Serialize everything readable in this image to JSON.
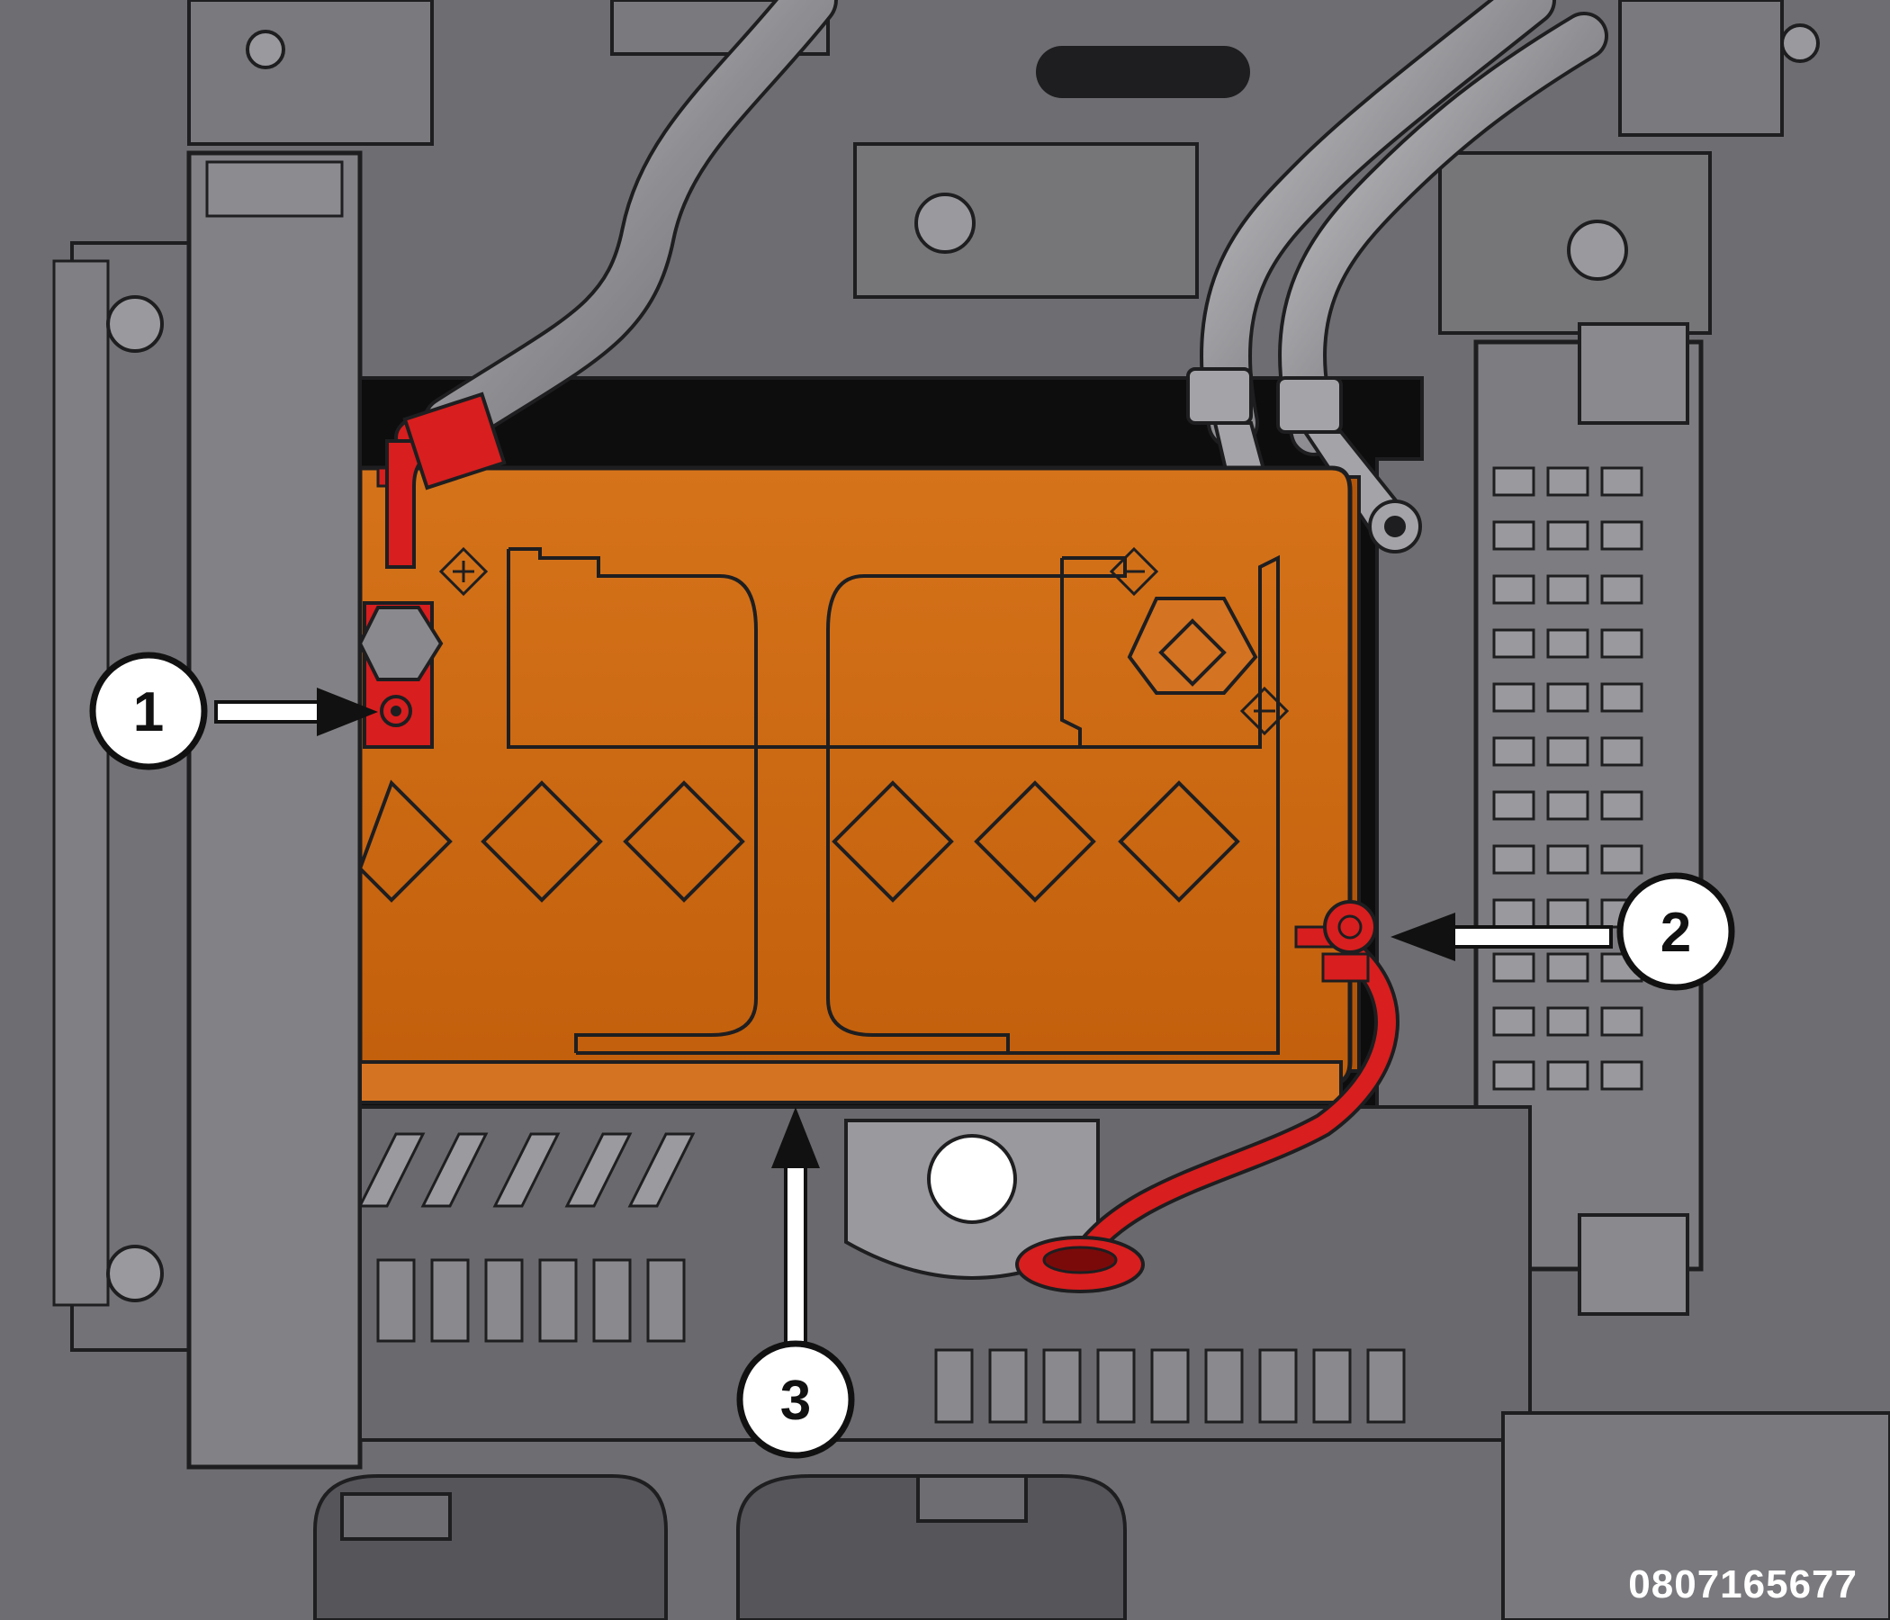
{
  "figure": {
    "id": "0807165677"
  },
  "callouts": [
    {
      "number": "1"
    },
    {
      "number": "2"
    },
    {
      "number": "3"
    }
  ],
  "colors": {
    "battery": "#c8640e",
    "battery_edge": "#8a3f05",
    "cable_red": "#d81e1e",
    "background_gray": "#6e6e72",
    "dark_gray": "#4a4a4e",
    "light_gray": "#a9a9ad",
    "callout_fill": "#ffffff",
    "arrow": "#111111"
  }
}
